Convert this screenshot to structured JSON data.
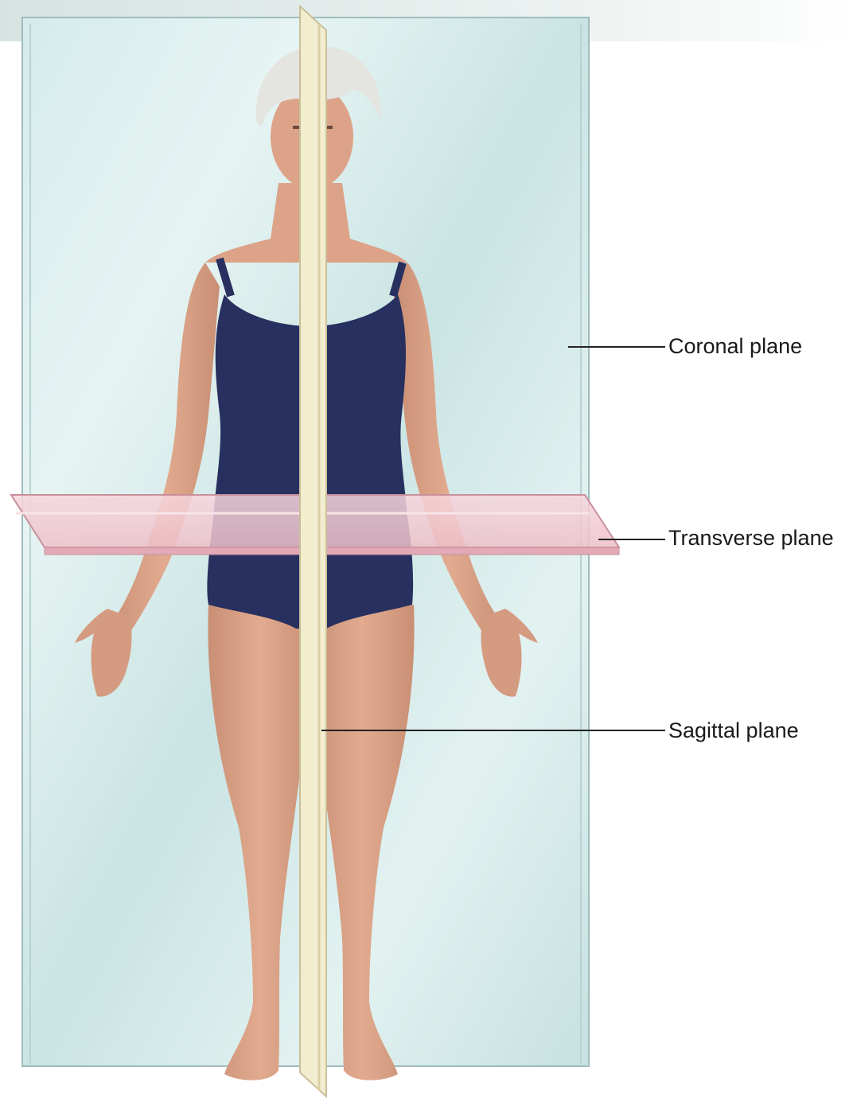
{
  "labels": {
    "coronal": "Coronal plane",
    "transverse": "Transverse plane",
    "sagittal": "Sagittal plane"
  },
  "colors": {
    "coronal_plane": "#cfe9e8",
    "transverse_plane": "#f2c9d2",
    "sagittal_plane": "#f3edcf",
    "swimsuit": "#27305f",
    "skin": "#dca388",
    "hair": "#e4e4e0"
  }
}
